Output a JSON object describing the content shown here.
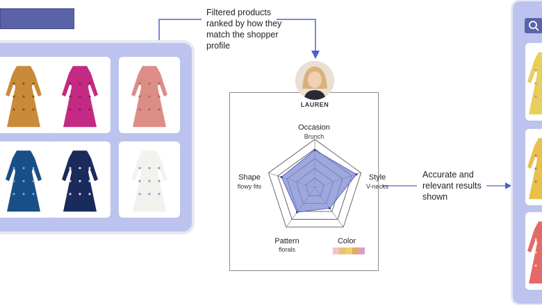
{
  "annotations": {
    "filtered_caption": [
      "Filtered products",
      "ranked by how they",
      "match the shopper",
      "profile"
    ],
    "results_caption": [
      "Accurate and",
      "relevant results",
      "shown"
    ]
  },
  "shopper": {
    "name": "LAUREN"
  },
  "chart_data": {
    "type": "radar",
    "axes": [
      {
        "label": "Occasion",
        "value_label": "Brunch",
        "value": 0.78
      },
      {
        "label": "Style",
        "value_label": "V-necks",
        "value": 0.9
      },
      {
        "label": "Color",
        "value_label": "",
        "value": 0.52
      },
      {
        "label": "Pattern",
        "value_label": "florals",
        "value": 0.62
      },
      {
        "label": "Shape",
        "value_label": "flowy fits",
        "value": 0.72
      }
    ],
    "rings": 5,
    "fill_color": "#7f8ad4",
    "color_swatches": [
      "#f2c4c4",
      "#e8c07a",
      "#f0d070",
      "#e6a86a",
      "#d8a0c8"
    ]
  },
  "products": [
    {
      "name": "orange floral dress",
      "color": "#c98a3a",
      "accent": "#8a5418"
    },
    {
      "name": "magenta wrap dress",
      "color": "#c42a84",
      "accent": "#8d1b5d"
    },
    {
      "name": "pink skater dress",
      "color": "#dc8e86",
      "accent": "#b06660"
    },
    {
      "name": "blue floral dress",
      "color": "#1a4e86",
      "accent": "#6aa8d8"
    },
    {
      "name": "navy polka dot dress",
      "color": "#1a2a5a",
      "accent": "#d8d8e8"
    },
    {
      "name": "white floral maxi",
      "color": "#f2f2ee",
      "accent": "#9a9ad8"
    }
  ],
  "results": [
    {
      "name": "yellow floral dress",
      "color": "#e6cf5a",
      "accent": "#d88aa8"
    },
    {
      "name": "yellow floral dress 2",
      "color": "#e8c04a",
      "accent": "#c86a8a"
    },
    {
      "name": "red floral dress",
      "color": "#e46a6a",
      "accent": "#f2d26a"
    }
  ]
}
